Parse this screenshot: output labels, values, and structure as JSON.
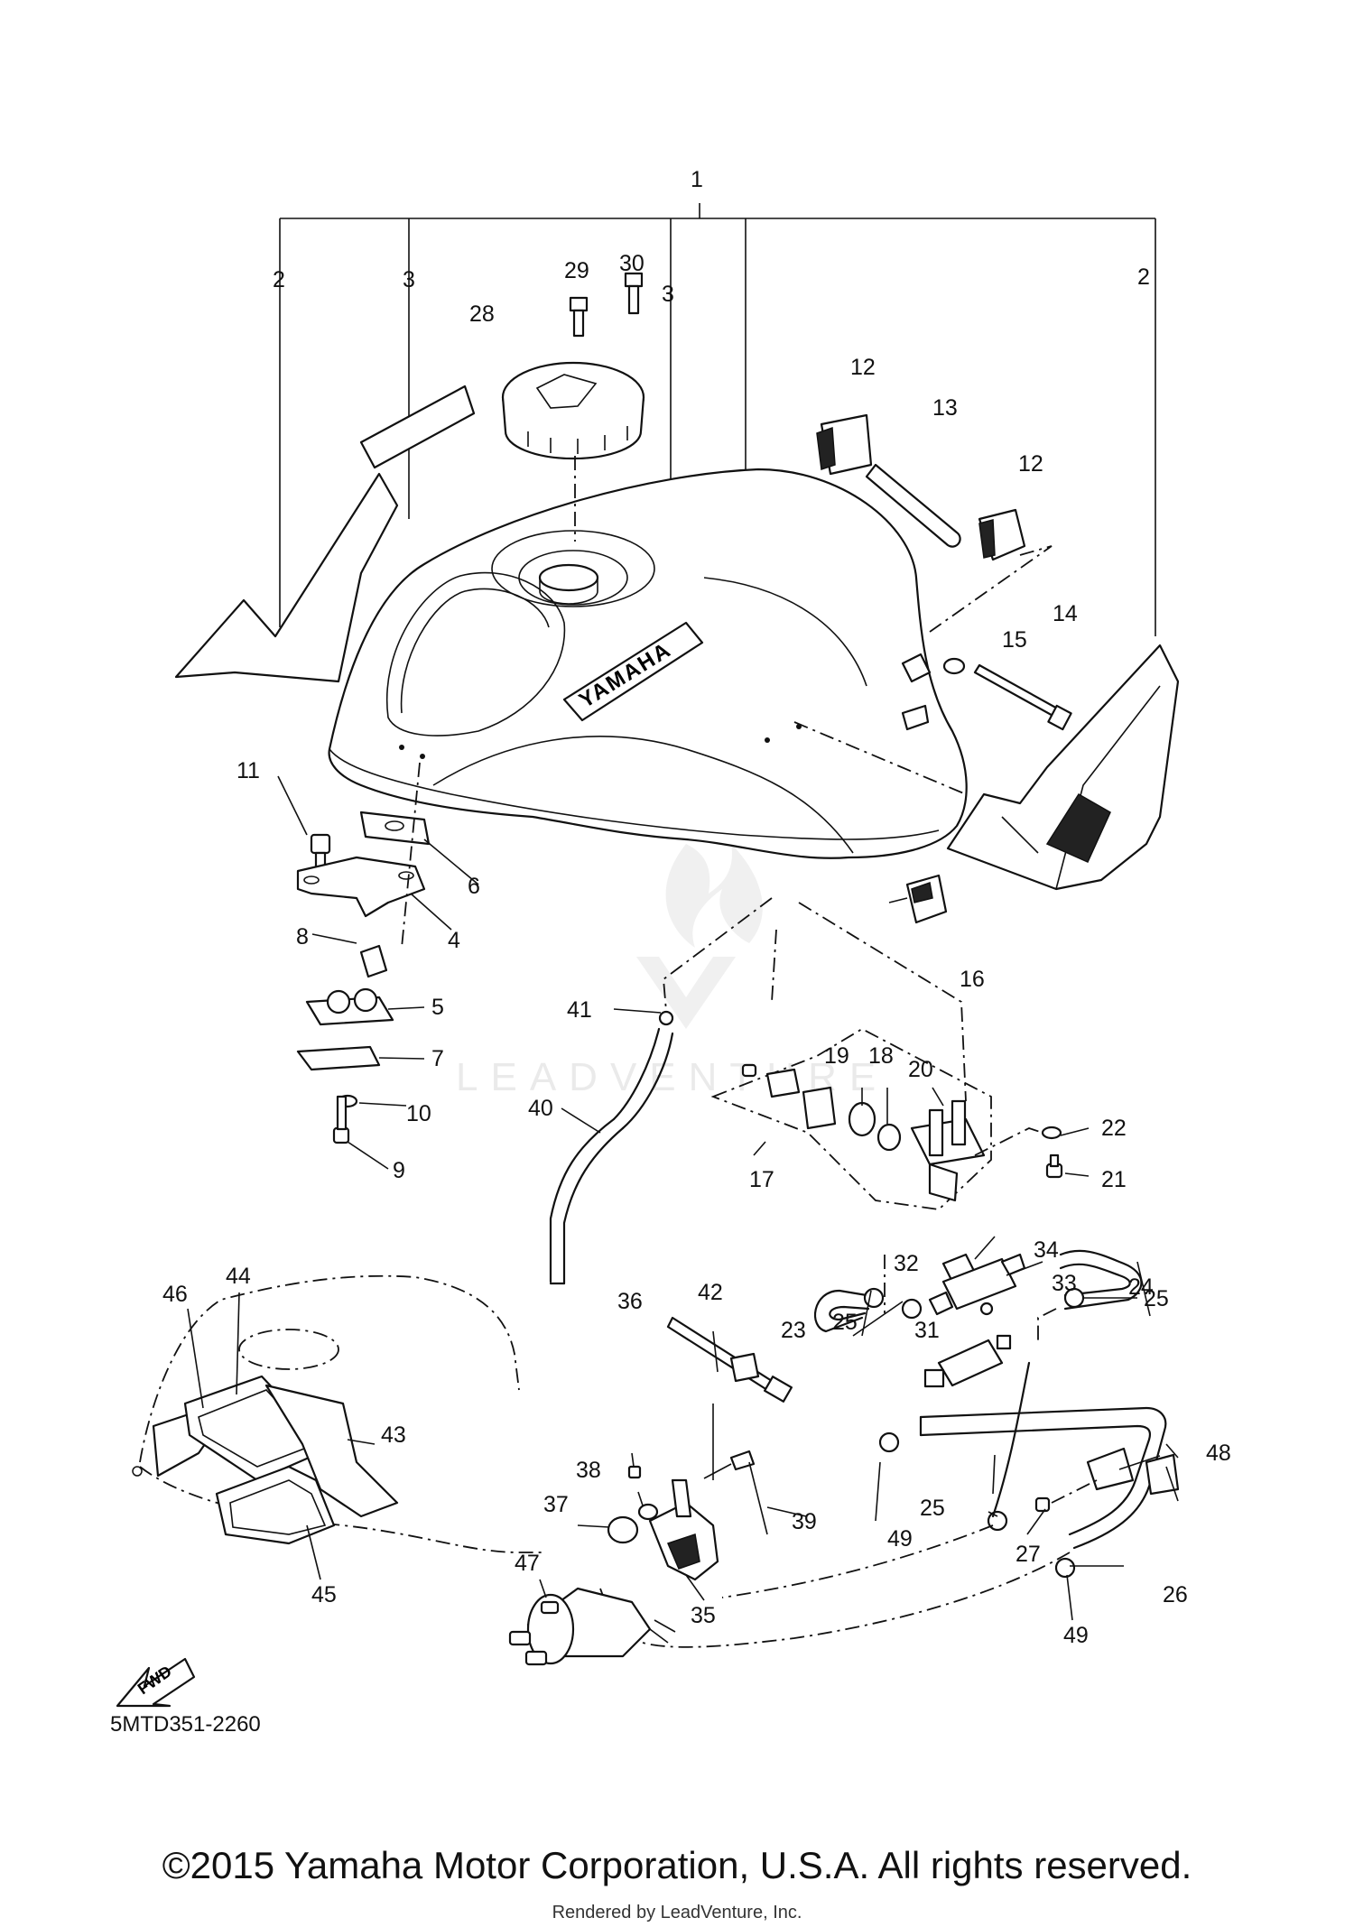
{
  "diagram": {
    "diagram_code": "5MTD351-2260",
    "fwd_label": "FWD",
    "emblem_text": "YAMAHA",
    "watermark_text": "LEADVENTURE",
    "callouts": [
      "1",
      "2",
      "3",
      "3",
      "2",
      "29",
      "30",
      "28",
      "12",
      "13",
      "12",
      "14",
      "15",
      "11",
      "6",
      "4",
      "8",
      "5",
      "7",
      "10",
      "9",
      "16",
      "41",
      "19",
      "18",
      "20",
      "22",
      "21",
      "40",
      "17",
      "32",
      "34",
      "33",
      "24",
      "42",
      "25",
      "23",
      "31",
      "25",
      "36",
      "38",
      "39",
      "37",
      "49",
      "25",
      "48",
      "27",
      "26",
      "49",
      "47",
      "35",
      "46",
      "44",
      "43",
      "45"
    ]
  },
  "footer": {
    "copyright": "©2015 Yamaha Motor Corporation, U.S.A. All rights reserved.",
    "rendered_by": "Rendered by LeadVenture, Inc."
  }
}
